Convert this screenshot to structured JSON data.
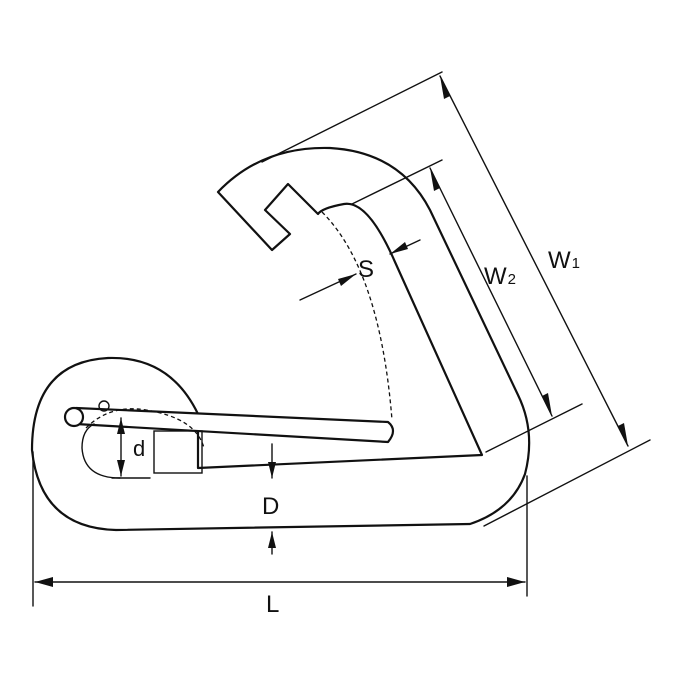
{
  "labels": {
    "W1": {
      "main": "W",
      "sub": "1"
    },
    "W2": {
      "main": "W",
      "sub": "2"
    },
    "S": "S",
    "d": "d",
    "D": "D",
    "L": "L"
  }
}
